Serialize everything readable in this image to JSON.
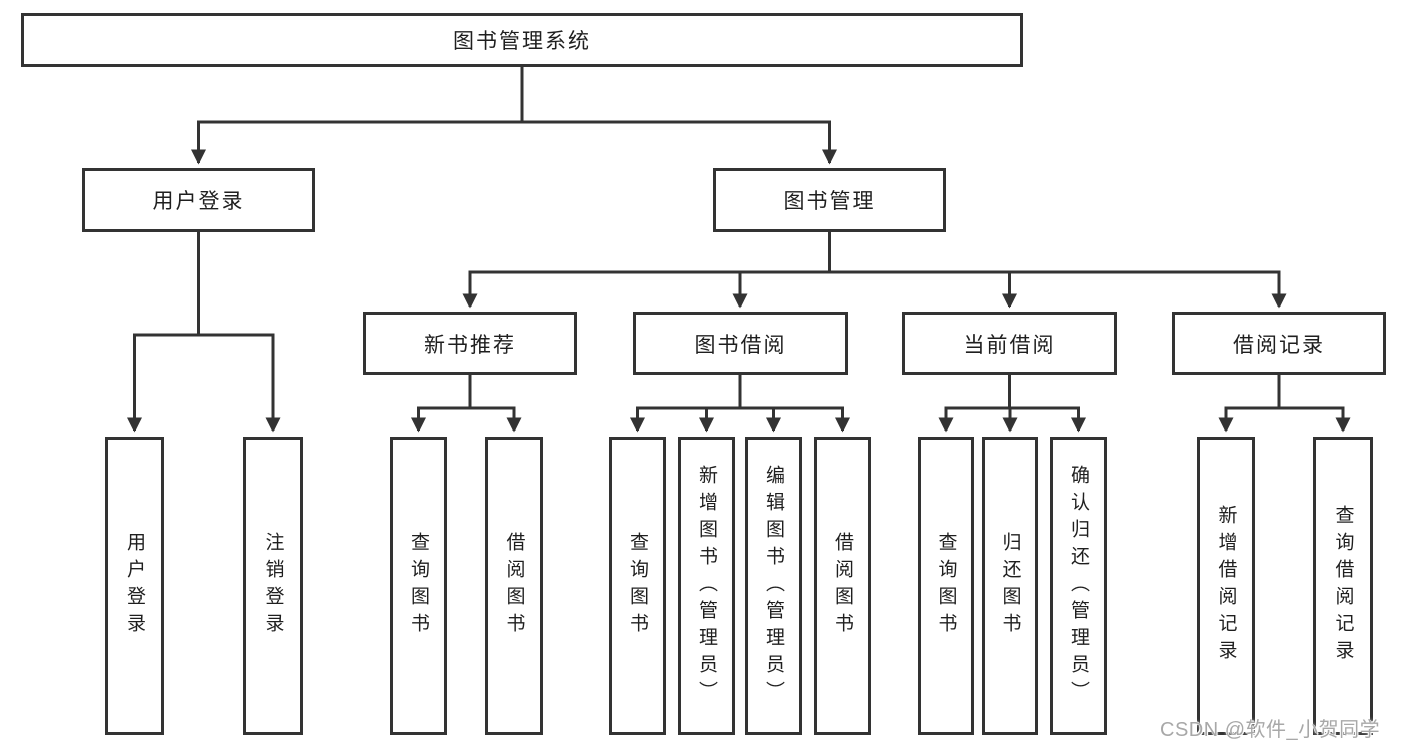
{
  "tree": {
    "root": {
      "label": "图书管理系统"
    },
    "level2": [
      {
        "label": "用户登录",
        "children": [
          {
            "label": "用户登录"
          },
          {
            "label": "注销登录"
          }
        ]
      },
      {
        "label": "图书管理",
        "children": [
          {
            "label": "新书推荐",
            "children": [
              {
                "label": "查询图书"
              },
              {
                "label": "借阅图书"
              }
            ]
          },
          {
            "label": "图书借阅",
            "children": [
              {
                "label": "查询图书"
              },
              {
                "label": "新增图书（管理员）"
              },
              {
                "label": "编辑图书（管理员）"
              },
              {
                "label": "借阅图书"
              }
            ]
          },
          {
            "label": "当前借阅",
            "children": [
              {
                "label": "查询图书"
              },
              {
                "label": "归还图书"
              },
              {
                "label": "确认归还（管理员）"
              }
            ]
          },
          {
            "label": "借阅记录",
            "children": [
              {
                "label": "新增借阅记录"
              },
              {
                "label": "查询借阅记录"
              }
            ]
          }
        ]
      }
    ]
  },
  "watermark": {
    "text": "CSDN @软件_小贺同学"
  },
  "colors": {
    "line": "#333333",
    "box_border": "#333333",
    "text": "#1f1f1f",
    "watermark": "#a8a8a8",
    "background": "#ffffff"
  }
}
